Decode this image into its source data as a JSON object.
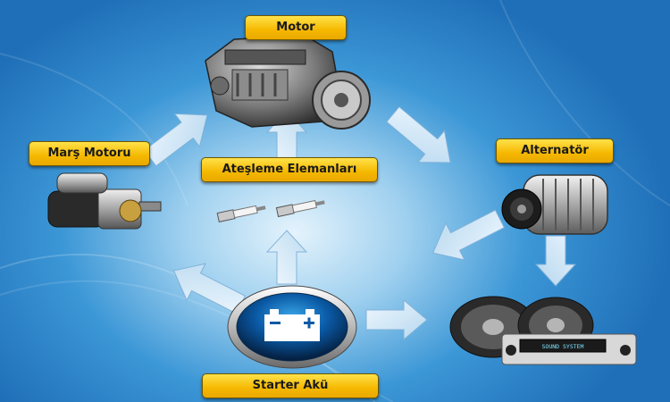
{
  "nodes": {
    "motor": "Motor",
    "alternator": "Alternatör",
    "starter_motor": "Marş Motoru",
    "ignition": "Ateşleme Elemanları",
    "battery": "Starter Akü"
  },
  "stereo_display": "SOUND SYSTEM",
  "colors": {
    "label_fill": "#f5b800",
    "arrow_fill": "#d8ecf8",
    "background_blue": "#2478c2"
  }
}
